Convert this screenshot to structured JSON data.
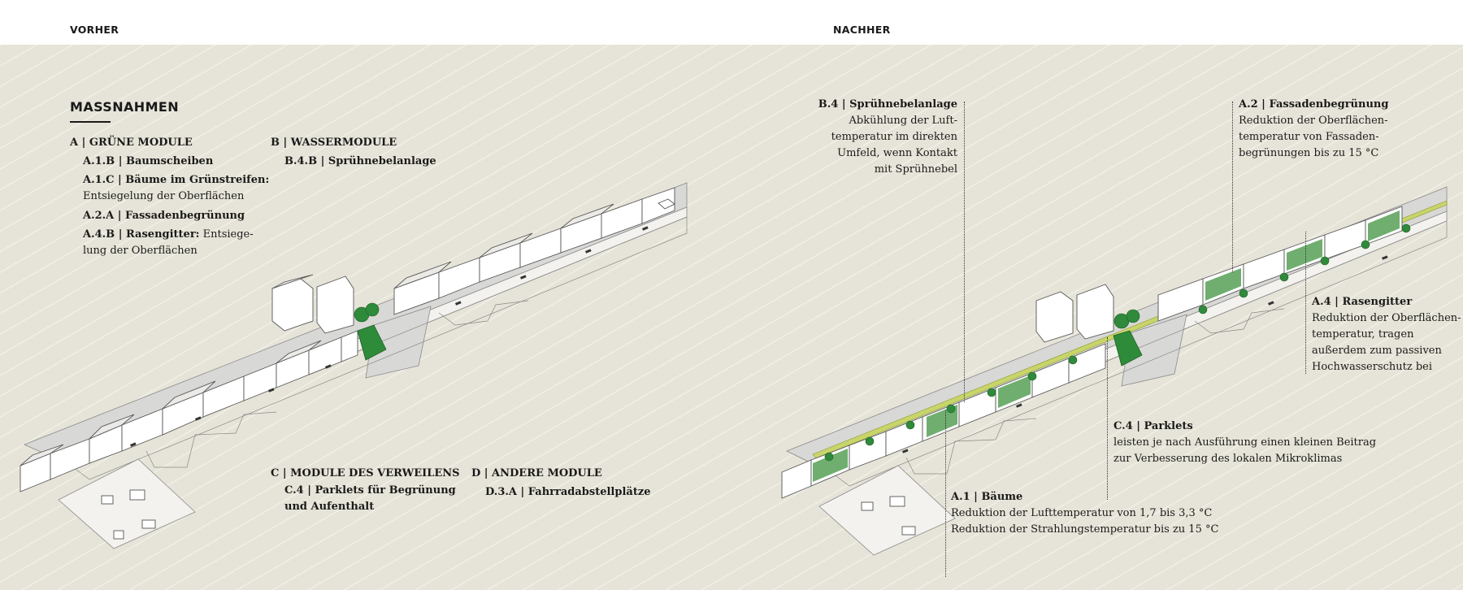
{
  "header": {
    "before": "VORHER",
    "after": "NACHHER"
  },
  "massnahmen": {
    "title": "MASSNAHMEN",
    "a_title": "A | GRÜNE MODULE",
    "a1b": "A.1.B | Baumscheiben",
    "a1c_bold": "A.1.C | Bäume im Grünstreifen:",
    "a1c_text": "Entsiegelung der Oberflächen",
    "a2a": "A.2.A | Fassadenbegrünung",
    "a4b_bold": "A.4.B | Rasengitter:",
    "a4b_text1": "Entsiege-",
    "a4b_text2": "lung der Oberflächen",
    "b_title": "B | WASSERMODULE",
    "b4b": "B.4.B | Sprühnebelanlage",
    "c_title": "C | MODULE DES VERWEILENS",
    "c4_line1": "C.4 | Parklets für Begrünung",
    "c4_line2": "und Aufenthalt",
    "d_title": "D | ANDERE MODULE",
    "d3a": "D.3.A | Fahrradabstellplätze"
  },
  "callouts": {
    "b4": {
      "title": "B.4 | Sprühnebelanlage",
      "lines": [
        "Abkühlung der Luft-",
        "temperatur im direkten",
        "Umfeld, wenn Kontakt",
        "mit Sprühnebel"
      ]
    },
    "a2": {
      "title": "A.2 | Fassadenbegrünung",
      "lines": [
        "Reduktion der Oberflächen-",
        "temperatur von Fassaden-",
        "begrünungen bis zu 15 °C"
      ]
    },
    "a4": {
      "title": "A.4 | Rasengitter",
      "lines": [
        "Reduktion der Oberflächen-",
        "temperatur, tragen",
        "außerdem zum passiven",
        "Hochwasserschutz bei"
      ]
    },
    "c4": {
      "title": "C.4 | Parklets",
      "lines": [
        "leisten je nach Ausführung einen kleinen Beitrag",
        "zur Verbesserung des lokalen Mikroklimas"
      ]
    },
    "a1": {
      "title": "A.1 | Bäume",
      "lines": [
        "Reduktion der Lufttemperatur von 1,7 bis 3,3 °C",
        "Reduktion der Strahlungstemperatur bis zu 15 °C"
      ]
    }
  },
  "colors": {
    "background": "#e6e4d8",
    "hatch": "#f1efe6",
    "green": "#2e8b3a",
    "grass_strip": "#c9d56a"
  }
}
